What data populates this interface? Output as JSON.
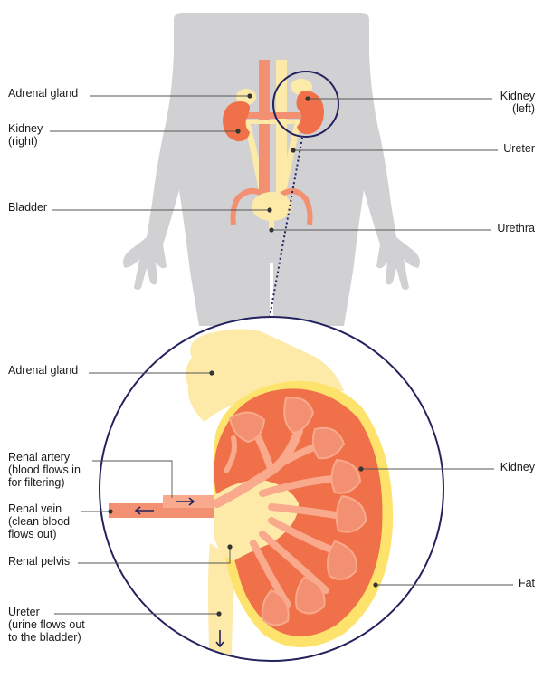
{
  "colors": {
    "body": "#d1d1d3",
    "kidney": "#f0704a",
    "kidney_light": "#f9a98c",
    "yellow": "#fdeaa8",
    "fat": "#fde36b",
    "vessel": "#f39072",
    "navy": "#23225e",
    "line": "#555555"
  },
  "labels": {
    "top_adrenal": "Adrenal gland",
    "top_kidney_right": "Kidney\n(right)",
    "top_bladder": "Bladder",
    "top_kidney_left": "Kidney\n(left)",
    "top_ureter": "Ureter",
    "top_urethra": "Urethra",
    "zoom_adrenal": "Adrenal gland",
    "zoom_renal_artery": "Renal artery\n(blood flows in\nfor filtering)",
    "zoom_renal_vein": "Renal vein\n(clean blood\nflows out)",
    "zoom_renal_pelvis": "Renal pelvis",
    "zoom_ureter": "Ureter\n(urine flows out\nto the bladder)",
    "zoom_kidney": "Kidney",
    "zoom_fat": "Fat"
  }
}
